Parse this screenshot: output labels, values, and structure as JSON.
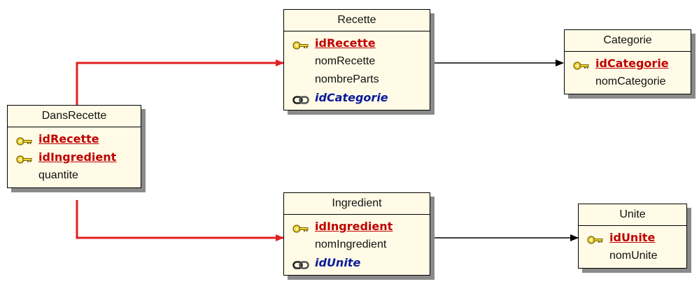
{
  "colors": {
    "entity_fill": "#fffbe6",
    "pk_text": "#c00000",
    "fk_text": "#0a1a9a",
    "identifying_link": "#e02020",
    "reference_link": "#000000",
    "shadow": "#8a8a8a"
  },
  "icons": {
    "primary_key": "key-icon",
    "foreign_key": "link-icon"
  },
  "entities": {
    "recette": {
      "title": "Recette",
      "fields": [
        {
          "name": "idRecette",
          "kind": "pk"
        },
        {
          "name": "nomRecette",
          "kind": "plain"
        },
        {
          "name": "nombreParts",
          "kind": "plain"
        },
        {
          "name": "idCategorie",
          "kind": "fk"
        }
      ]
    },
    "categorie": {
      "title": "Categorie",
      "fields": [
        {
          "name": "idCategorie",
          "kind": "pk"
        },
        {
          "name": "nomCategorie",
          "kind": "plain"
        }
      ]
    },
    "dansrecette": {
      "title": "DansRecette",
      "fields": [
        {
          "name": "idRecette",
          "kind": "pk"
        },
        {
          "name": "idIngredient",
          "kind": "pk"
        },
        {
          "name": "quantite",
          "kind": "plain"
        }
      ]
    },
    "ingredient": {
      "title": "Ingredient",
      "fields": [
        {
          "name": "idIngredient",
          "kind": "pk"
        },
        {
          "name": "nomIngredient",
          "kind": "plain"
        },
        {
          "name": "idUnite",
          "kind": "fk"
        }
      ]
    },
    "unite": {
      "title": "Unite",
      "fields": [
        {
          "name": "idUnite",
          "kind": "pk"
        },
        {
          "name": "nomUnite",
          "kind": "plain"
        }
      ]
    }
  },
  "links": [
    {
      "from": "dansrecette",
      "to": "recette",
      "type": "identifying"
    },
    {
      "from": "dansrecette",
      "to": "ingredient",
      "type": "identifying"
    },
    {
      "from": "recette",
      "to": "categorie",
      "type": "reference"
    },
    {
      "from": "ingredient",
      "to": "unite",
      "type": "reference"
    }
  ]
}
